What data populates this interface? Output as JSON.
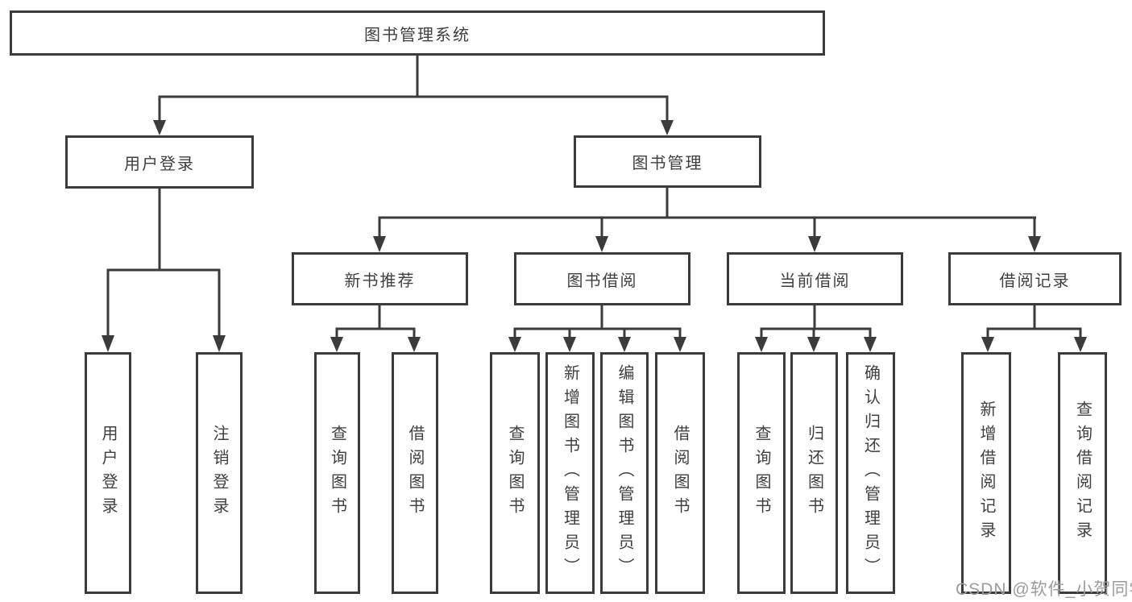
{
  "tree": {
    "label": "图书管理系统",
    "children": [
      {
        "label": "用户登录",
        "children": [
          {
            "label": "用户登录"
          },
          {
            "label": "注销登录"
          }
        ]
      },
      {
        "label": "图书管理",
        "children": [
          {
            "label": "新书推荐",
            "children": [
              {
                "label": "查询图书"
              },
              {
                "label": "借阅图书"
              }
            ]
          },
          {
            "label": "图书借阅",
            "children": [
              {
                "label": "查询图书"
              },
              {
                "label": "新增图书（管理员）"
              },
              {
                "label": "编辑图书（管理员）"
              },
              {
                "label": "借阅图书"
              }
            ]
          },
          {
            "label": "当前借阅",
            "children": [
              {
                "label": "查询图书"
              },
              {
                "label": "归还图书"
              },
              {
                "label": "确认归还（管理员）"
              }
            ]
          },
          {
            "label": "借阅记录",
            "children": [
              {
                "label": "新增借阅记录"
              },
              {
                "label": "查询借阅记录"
              }
            ]
          }
        ]
      }
    ]
  },
  "watermark": "CSDN @软件_小贺同学",
  "colors": {
    "line": "#3b3b3b",
    "box_border": "#3b3b3b",
    "box_background": "#ffffff",
    "text": "#3f3f3f",
    "watermark": "#9c9c9c",
    "page_background": "#ffffff"
  }
}
